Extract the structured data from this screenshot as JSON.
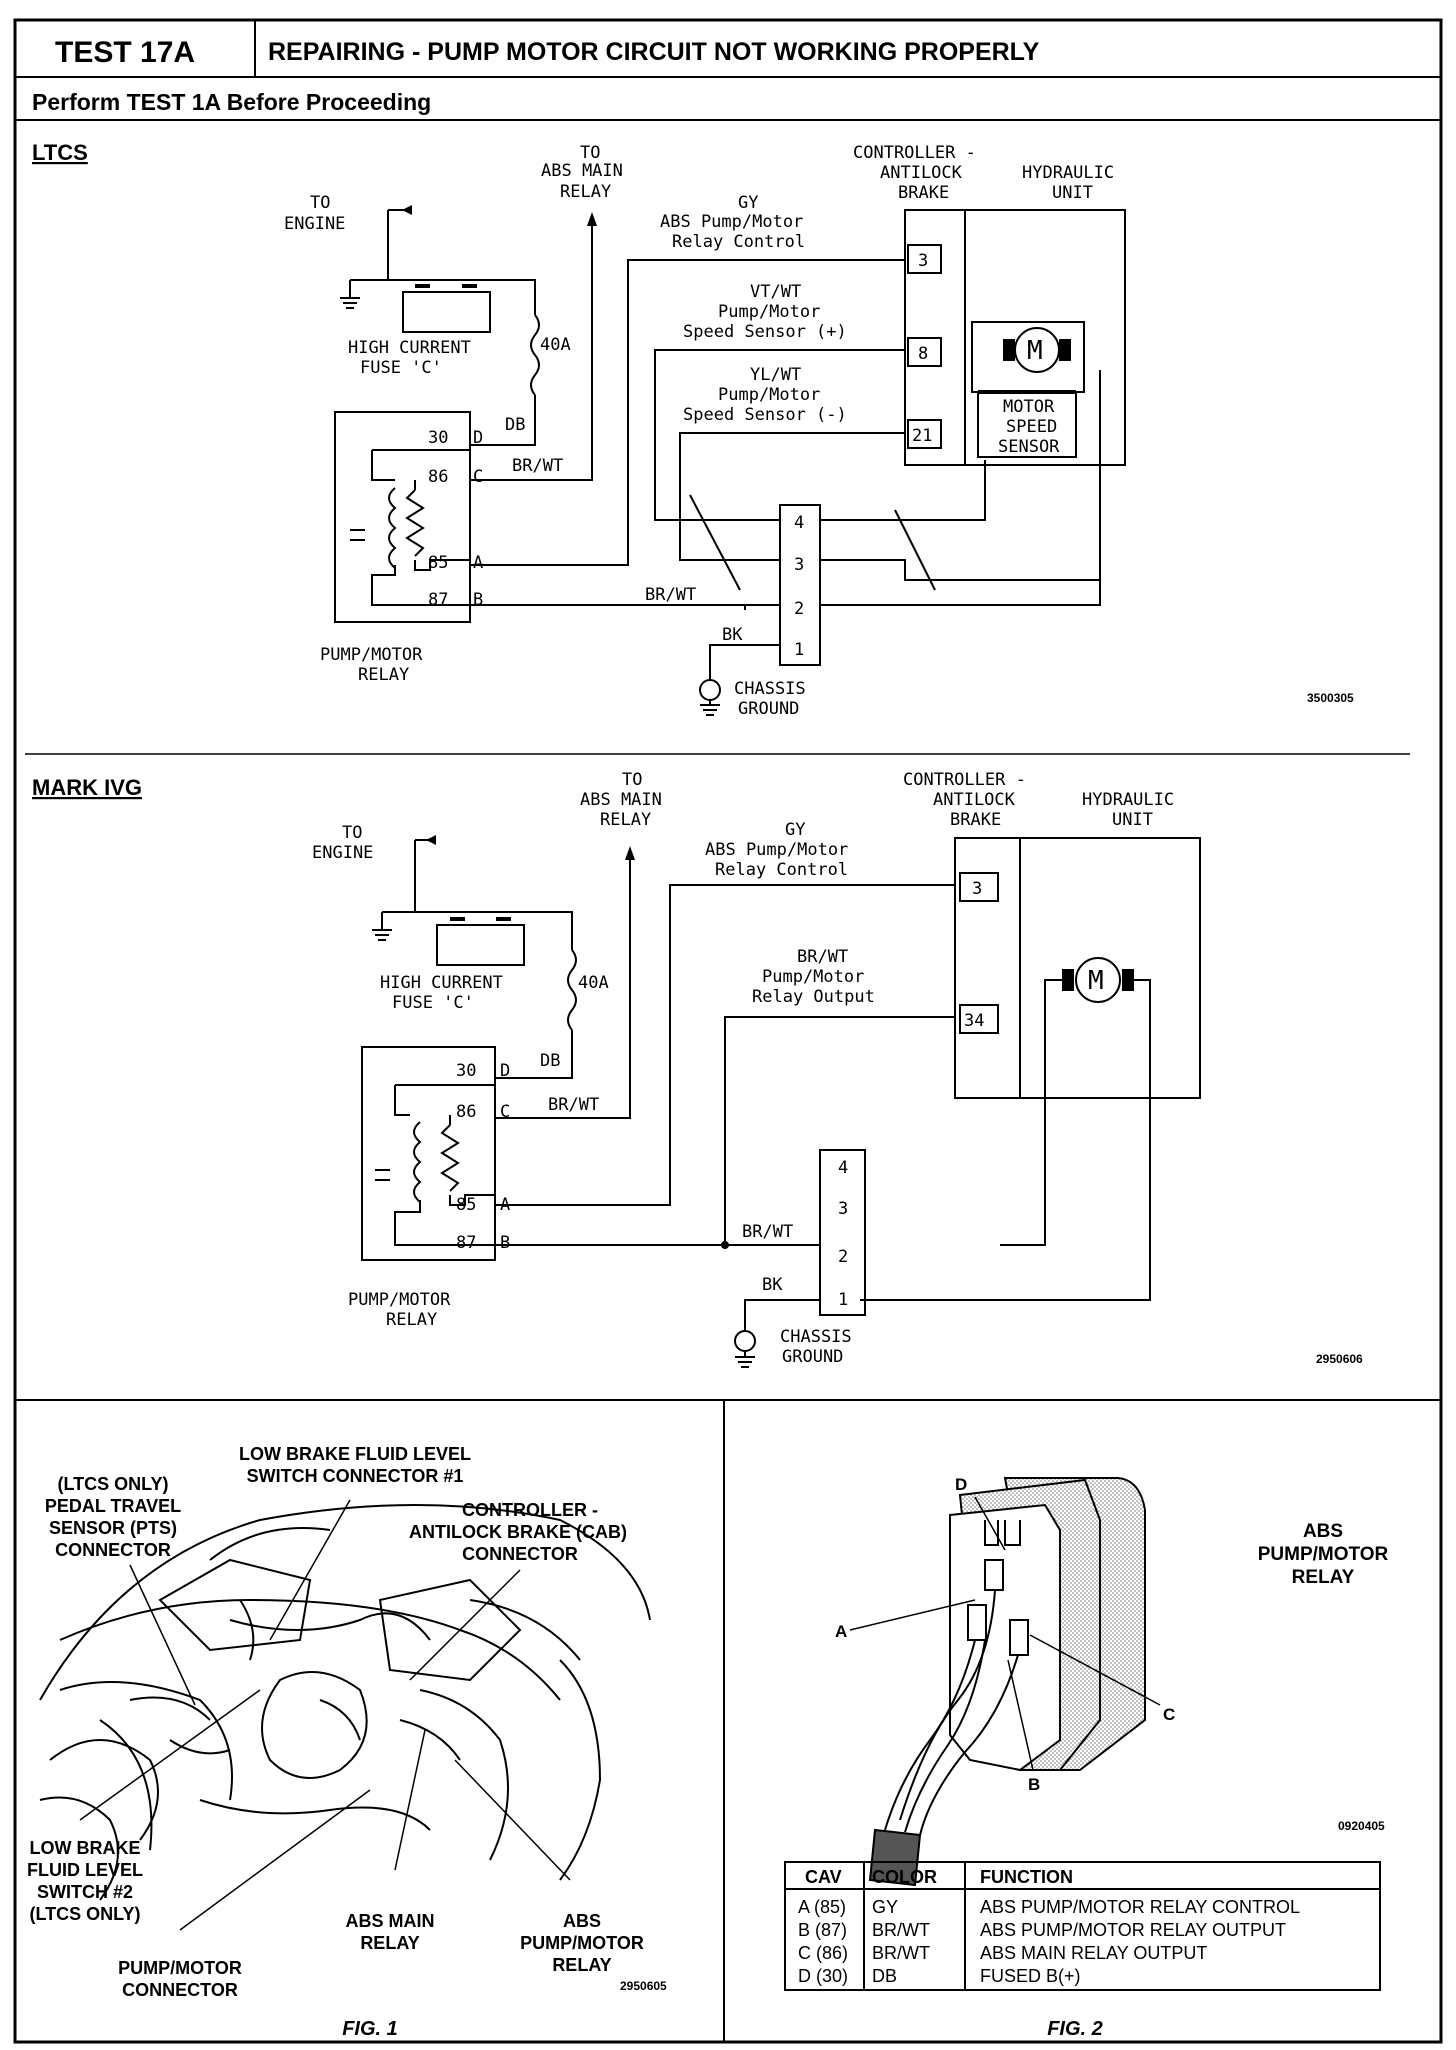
{
  "header": {
    "test_id": "TEST 17A",
    "title": "REPAIRING - PUMP MOTOR CIRCUIT NOT WORKING PROPERLY",
    "subtitle": "Perform TEST 1A Before Proceeding"
  },
  "ltcs": {
    "section_label": "LTCS",
    "to_engine": [
      "TO",
      "ENGINE"
    ],
    "to_abs_main_relay": [
      "TO",
      "ABS MAIN",
      "RELAY"
    ],
    "fuse": [
      "HIGH CURRENT",
      "FUSE 'C'"
    ],
    "fuse_rating": "40A",
    "wire_db": "DB",
    "wire_brwt_top": "BR/WT",
    "wire_brwt_bottom": "BR/WT",
    "wire_bk": "BK",
    "controller": [
      "CONTROLLER -",
      "ANTILOCK",
      "BRAKE"
    ],
    "hydraulic_unit": [
      "HYDRAULIC",
      "UNIT"
    ],
    "gy_label": [
      "GY",
      "ABS Pump/Motor",
      "Relay Control"
    ],
    "vtwt_label": [
      "VT/WT",
      "Pump/Motor",
      "Speed Sensor (+)"
    ],
    "ylwt_label": [
      "YL/WT",
      "Pump/Motor",
      "Speed Sensor (-)"
    ],
    "cab_pins": [
      "3",
      "8",
      "21"
    ],
    "motor_symbol": "M",
    "motor_speed_sensor": [
      "MOTOR",
      "SPEED",
      "SENSOR"
    ],
    "relay_pins": [
      {
        "pin": "30",
        "cav": "D"
      },
      {
        "pin": "86",
        "cav": "C"
      },
      {
        "pin": "85",
        "cav": "A"
      },
      {
        "pin": "87",
        "cav": "B"
      }
    ],
    "relay_label": [
      "PUMP/MOTOR",
      "RELAY"
    ],
    "connector_pins": [
      "4",
      "3",
      "2",
      "1"
    ],
    "ground_label": [
      "CHASSIS",
      "GROUND"
    ],
    "figure_number": "3500305"
  },
  "markivg": {
    "section_label": "MARK IVG",
    "to_engine": [
      "TO",
      "ENGINE"
    ],
    "to_abs_main_relay": [
      "TO",
      "ABS MAIN",
      "RELAY"
    ],
    "fuse": [
      "HIGH CURRENT",
      "FUSE 'C'"
    ],
    "fuse_rating": "40A",
    "wire_db": "DB",
    "wire_brwt_top": "BR/WT",
    "wire_brwt_bottom": "BR/WT",
    "wire_bk": "BK",
    "controller": [
      "CONTROLLER -",
      "ANTILOCK",
      "BRAKE"
    ],
    "hydraulic_unit": [
      "HYDRAULIC",
      "UNIT"
    ],
    "gy_label": [
      "GY",
      "ABS Pump/Motor",
      "Relay Control"
    ],
    "brwt_output_label": [
      "BR/WT",
      "Pump/Motor",
      "Relay Output"
    ],
    "cab_pins": [
      "3",
      "34"
    ],
    "motor_symbol": "M",
    "relay_pins": [
      {
        "pin": "30",
        "cav": "D"
      },
      {
        "pin": "86",
        "cav": "C"
      },
      {
        "pin": "85",
        "cav": "A"
      },
      {
        "pin": "87",
        "cav": "B"
      }
    ],
    "relay_label": [
      "PUMP/MOTOR",
      "RELAY"
    ],
    "connector_pins": [
      "4",
      "3",
      "2",
      "1"
    ],
    "ground_label": [
      "CHASSIS",
      "GROUND"
    ],
    "figure_number": "2950606"
  },
  "fig1": {
    "callouts": {
      "low_brake_1": [
        "LOW BRAKE FLUID LEVEL",
        "SWITCH CONNECTOR #1"
      ],
      "pts": [
        "(LTCS ONLY)",
        "PEDAL TRAVEL",
        "SENSOR (PTS)",
        "CONNECTOR"
      ],
      "cab": [
        "CONTROLLER -",
        "ANTILOCK BRAKE (CAB)",
        "CONNECTOR"
      ],
      "low_brake_2": [
        "LOW BRAKE",
        "FLUID LEVEL",
        "SWITCH #2",
        "(LTCS ONLY)"
      ],
      "abs_main_relay": [
        "ABS MAIN",
        "RELAY"
      ],
      "abs_pump_relay": [
        "ABS",
        "PUMP/MOTOR",
        "RELAY"
      ],
      "pump_connector": [
        "PUMP/MOTOR",
        "CONNECTOR"
      ]
    },
    "figure_number": "2950605",
    "caption": "FIG. 1"
  },
  "fig2": {
    "relay_title": [
      "ABS",
      "PUMP/MOTOR",
      "RELAY"
    ],
    "terminal_labels": [
      "A",
      "B",
      "C",
      "D"
    ],
    "figure_number": "0920405",
    "caption": "FIG. 2",
    "table": {
      "headers": [
        "CAV",
        "COLOR",
        "FUNCTION"
      ],
      "rows": [
        [
          "A (85)",
          "GY",
          "ABS PUMP/MOTOR RELAY CONTROL"
        ],
        [
          "B (87)",
          "BR/WT",
          "ABS PUMP/MOTOR RELAY OUTPUT"
        ],
        [
          "C (86)",
          "BR/WT",
          "ABS MAIN RELAY OUTPUT"
        ],
        [
          "D (30)",
          "DB",
          "FUSED B(+)"
        ]
      ]
    }
  }
}
